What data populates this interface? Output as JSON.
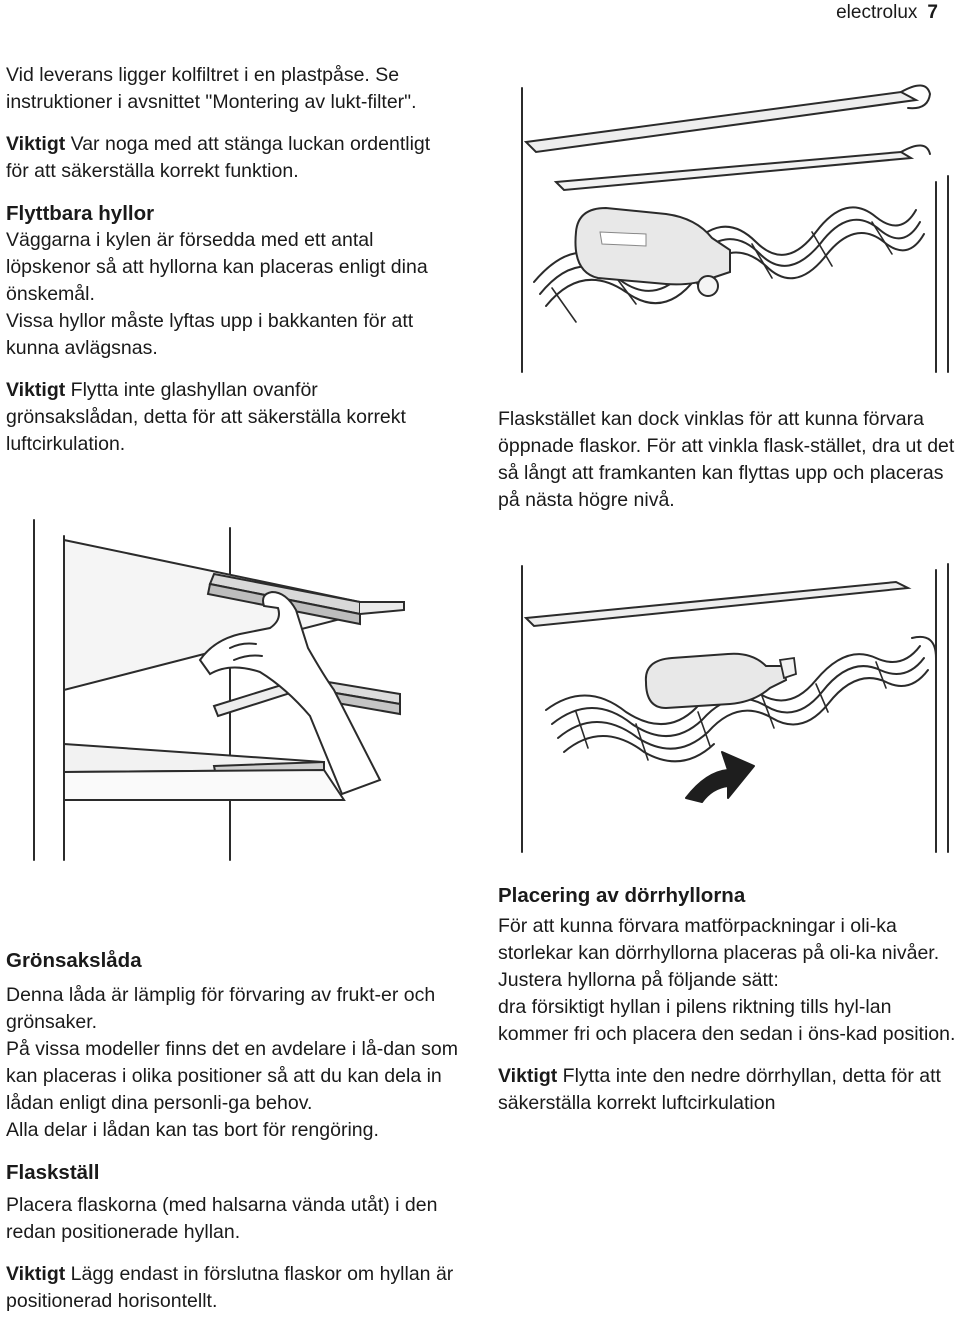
{
  "header": {
    "brand": "electrolux",
    "page_number": "7"
  },
  "left_top": {
    "p1": "Vid leverans ligger kolfiltret i en plastpåse. Se instruktioner i avsnittet \"Montering av lukt-filter\".",
    "p2_bold": "Viktigt",
    "p2": " Var noga med att stänga luckan ordentligt för att säkerställa korrekt funktion.",
    "heading_shelves": "Flyttbara hyllor",
    "p3": "Väggarna i kylen är försedda med ett antal löpskenor så att hyllorna kan placeras enligt dina önskemål.",
    "p4": "Vissa hyllor måste lyftas upp i bakkanten för att kunna avlägsnas.",
    "p5_bold": "Viktigt",
    "p5": " Flytta inte glashyllan ovanför grönsakslådan, detta för att säkerställa korrekt luftcirkulation."
  },
  "right_mid": {
    "p": "Flaskstället kan dock vinklas för att kunna förvara öppnade flaskor. För att vinkla flask-stället, dra ut det så långt att framkanten kan flyttas upp och placeras på nästa högre nivå."
  },
  "left_bottom": {
    "heading_crisper": "Grönsakslåda",
    "p1": "Denna låda är lämplig för förvaring av frukt-er och grönsaker.",
    "p2": "På vissa modeller finns det en avdelare i lå-dan som kan placeras i olika positioner så att du kan dela in lådan enligt dina personli-ga behov.",
    "p3": "Alla delar i lådan kan tas bort för rengöring.",
    "heading_bottle": "Flaskställ",
    "p4": "Placera flaskorna (med halsarna vända utåt) i den redan positionerade hyllan.",
    "p5_bold": "Viktigt",
    "p5": " Lägg endast in förslutna flaskor om hyllan är positionerad horisontellt."
  },
  "right_bottom": {
    "heading_door": "Placering av dörrhyllorna",
    "p1": "För att kunna förvara matförpackningar i oli-ka storlekar kan dörrhyllorna placeras på oli-ka nivåer.",
    "p2": "Justera hyllorna på följande sätt:",
    "p3": "dra försiktigt hyllan i pilens riktning tills hyl-lan kommer fri och placera den sedan i öns-kad position.",
    "p4_bold": "Viktigt",
    "p4": " Flytta inte den nedre dörrhyllan, detta för att säkerställa korrekt luftcirkulation"
  }
}
